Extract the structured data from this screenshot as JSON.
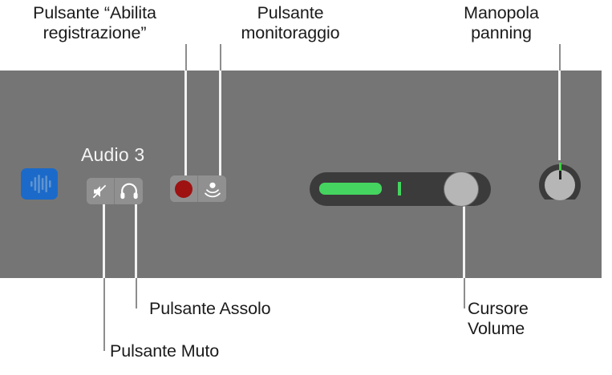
{
  "callouts": [
    {
      "id": "record-enable",
      "label": "Pulsante “Abilita\nregistrazione”",
      "icon": "record-enable-button"
    },
    {
      "id": "monitoring",
      "label": "Pulsante\nmonitoraggio",
      "icon": "monitoring-button"
    },
    {
      "id": "pan-knob",
      "label": "Manopola\npanning",
      "icon": "pan-knob"
    },
    {
      "id": "solo",
      "label": "Pulsante Assolo",
      "icon": "solo-button"
    },
    {
      "id": "mute",
      "label": "Pulsante Muto",
      "icon": "mute-button"
    },
    {
      "id": "volume",
      "label": "Cursore\nVolume",
      "icon": "volume-slider"
    }
  ],
  "track": {
    "name": "Audio 3",
    "icon_name": "audio-waveform-icon",
    "icon_color": "#1b6ac9",
    "buttons": {
      "mute": "mute-icon",
      "solo": "headphones-icon",
      "record": "record-circle-icon",
      "monitor": "monitor-input-icon"
    },
    "record_color": "#9e1212"
  },
  "volume": {
    "meter_color": "#45d45f",
    "tick_color": "#45d45f",
    "track_color": "#3b3b3b",
    "thumb_color": "#b6b6b6"
  },
  "pan": {
    "ring_color": "#3b3b3b",
    "knob_color": "#b6b6b6",
    "indicator_color": "#3ad23f"
  },
  "panel": {
    "background": "#757575"
  }
}
